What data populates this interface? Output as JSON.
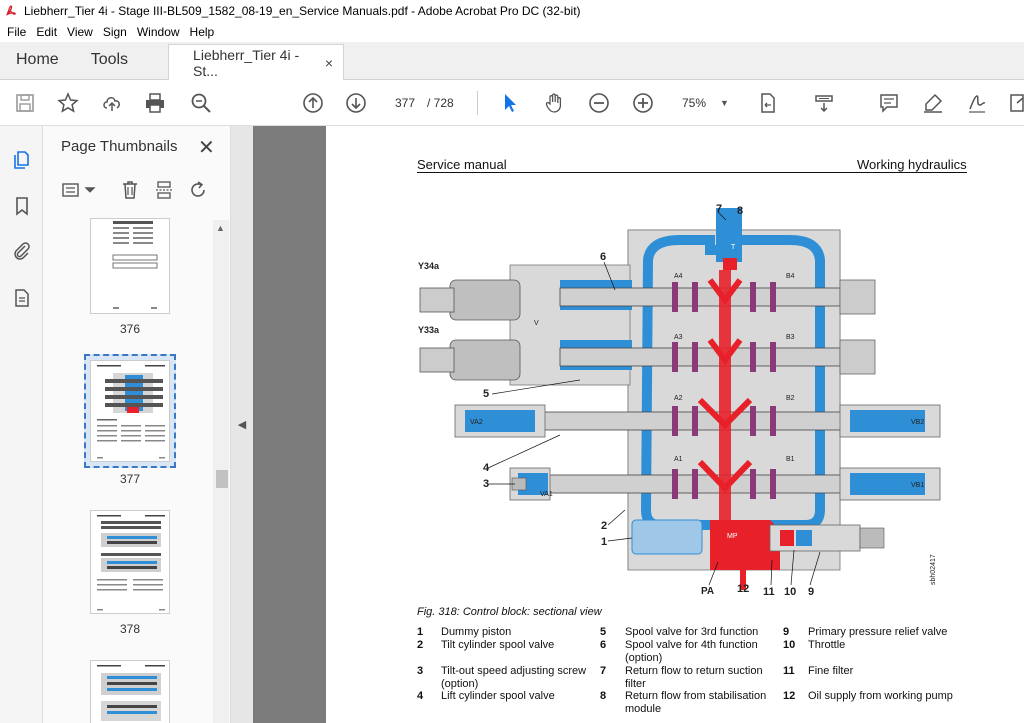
{
  "window": {
    "title": "Liebherr_Tier 4i - Stage III-BL509_1582_08-19_en_Service Manuals.pdf - Adobe Acrobat Pro DC (32-bit)"
  },
  "menu": [
    "File",
    "Edit",
    "View",
    "Sign",
    "Window",
    "Help"
  ],
  "tabs": {
    "home": "Home",
    "tools": "Tools",
    "document": "Liebherr_Tier 4i - St...",
    "close": "×"
  },
  "toolbar": {
    "current_page": "377",
    "total_pages": "/ 728",
    "zoom": "75%",
    "icons": [
      "save-icon",
      "star-icon",
      "upload-icon",
      "print-icon",
      "search-icon",
      "previous-page-icon",
      "next-page-icon",
      "select-cursor-icon",
      "hand-icon",
      "zoom-out-icon",
      "zoom-in-icon",
      "page-fit-icon",
      "scroll-mode-icon",
      "comment-icon",
      "highlight-icon",
      "sign-icon",
      "more-tools-icon"
    ]
  },
  "panel": {
    "title": "Page Thumbnails",
    "close": "✕",
    "thumbnails": [
      {
        "label": "376"
      },
      {
        "label": "377"
      },
      {
        "label": "378"
      }
    ]
  },
  "page": {
    "header_left": "Service manual",
    "header_right": "Working hydraulics",
    "caption": "Fig. 318: Control block: sectional view",
    "legend": [
      {
        "num": "1",
        "text": "Dummy piston"
      },
      {
        "num": "2",
        "text": "Tilt cylinder spool valve"
      },
      {
        "num": "3",
        "text": "Tilt-out speed adjusting screw (option)"
      },
      {
        "num": "4",
        "text": "Lift cylinder spool valve"
      },
      {
        "num": "5",
        "text": "Spool valve for 3rd function"
      },
      {
        "num": "6",
        "text": "Spool valve for 4th function (option)"
      },
      {
        "num": "7",
        "text": "Return flow to return suction filter"
      },
      {
        "num": "8",
        "text": "Return flow from stabilisation module"
      },
      {
        "num": "9",
        "text": "Primary pressure relief valve"
      },
      {
        "num": "10",
        "text": "Throttle"
      },
      {
        "num": "11",
        "text": "Fine filter"
      },
      {
        "num": "12",
        "text": "Oil supply from working pump"
      }
    ],
    "diagram_labels": {
      "y34a": "Y34a",
      "y33a": "Y33a",
      "n1": "1",
      "n2": "2",
      "n3": "3",
      "n4": "4",
      "n5": "5",
      "n6": "6",
      "n7": "7",
      "n8": "8",
      "n9": "9",
      "n10": "10",
      "n11": "11",
      "n12": "12",
      "pa": "PA",
      "mp": "MP",
      "t": "T",
      "v": "V",
      "a4": "A4",
      "b4": "B4",
      "a3": "A3",
      "b3": "B3",
      "a2": "A2",
      "b2": "B2",
      "a1": "A1",
      "b1": "B1",
      "va2": "VA2",
      "vb2": "VB2",
      "va1": "VA1",
      "vb1": "VB1",
      "code": "sbh02417"
    }
  },
  "colors": {
    "hydraulic_blue": "#2f8fd6",
    "pressure_red": "#e8202a",
    "spool_purple": "#8a3a78",
    "body_grey": "#d9d9d9"
  }
}
